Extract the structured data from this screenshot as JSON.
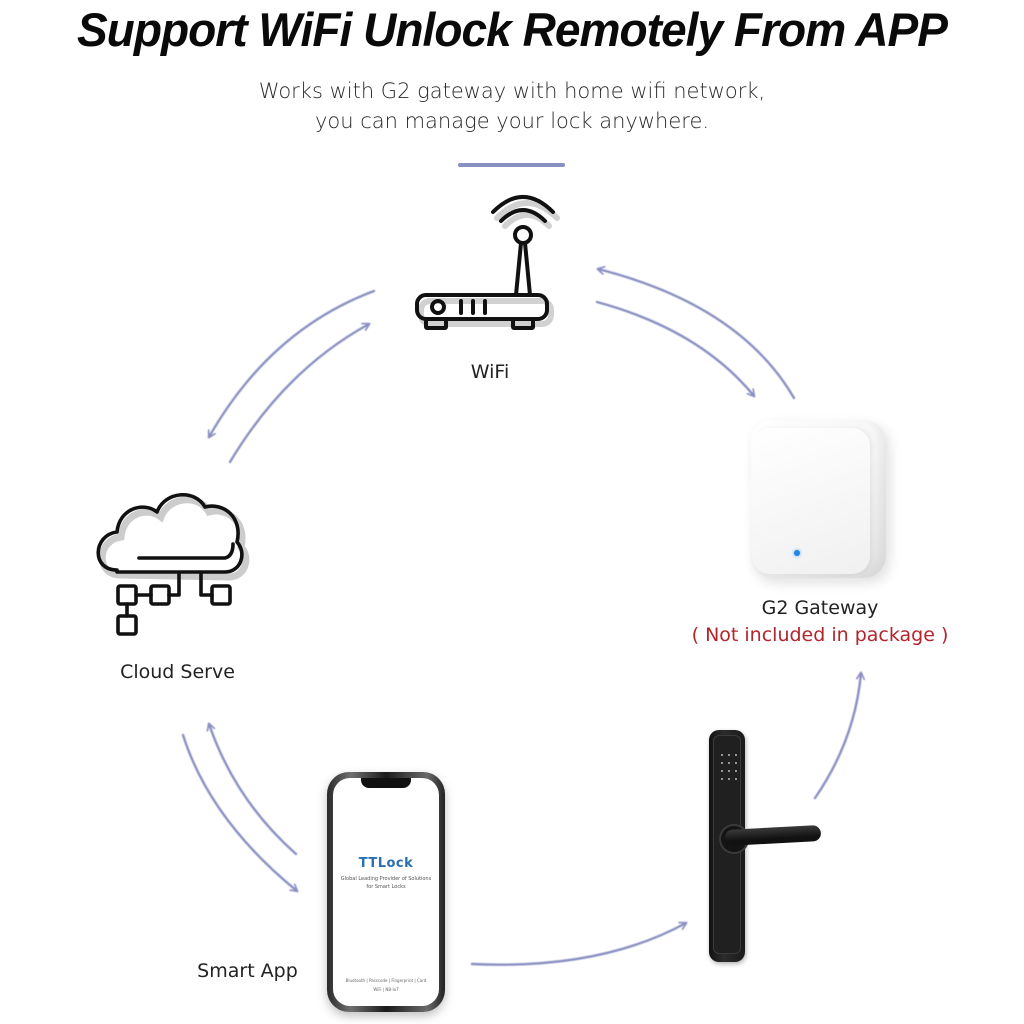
{
  "header": {
    "title": "Support WiFi Unlock Remotely From APP",
    "subtitle_lines": [
      "Works with G2 gateway with home wifi network,",
      "you can manage your lock anywhere."
    ]
  },
  "colors": {
    "arrow": "#8a8fc2",
    "warning_text": "#b3242b",
    "app_brand": "#2a6fb2",
    "gateway_led": "#1e88e5"
  },
  "nodes": {
    "wifi": {
      "label": "WiFi",
      "icon": "wifi-router-icon"
    },
    "gateway": {
      "label": "G2 Gateway",
      "note": "( Not included in package )",
      "icon": "gateway-device"
    },
    "cloud": {
      "label": "Cloud Serve",
      "icon": "cloud-network-icon"
    },
    "app": {
      "label": "Smart App",
      "icon": "smartphone",
      "screen": {
        "app_name": "TTLock",
        "tagline": "Global Leading Provider of Solutions for Smart Locks",
        "features_line1": "Bluetooth | Passcode | Fingerprint | Card",
        "features_line2": "WiFi | NB-IoT"
      }
    },
    "lock": {
      "label": "",
      "icon": "smart-door-lock"
    }
  },
  "flows": [
    {
      "from": "wifi",
      "to": "cloud",
      "bidirectional": true
    },
    {
      "from": "wifi",
      "to": "gateway",
      "bidirectional": true
    },
    {
      "from": "cloud",
      "to": "app",
      "bidirectional": true
    },
    {
      "from": "app",
      "to": "lock",
      "bidirectional": false
    },
    {
      "from": "lock",
      "to": "gateway",
      "bidirectional": false
    }
  ]
}
